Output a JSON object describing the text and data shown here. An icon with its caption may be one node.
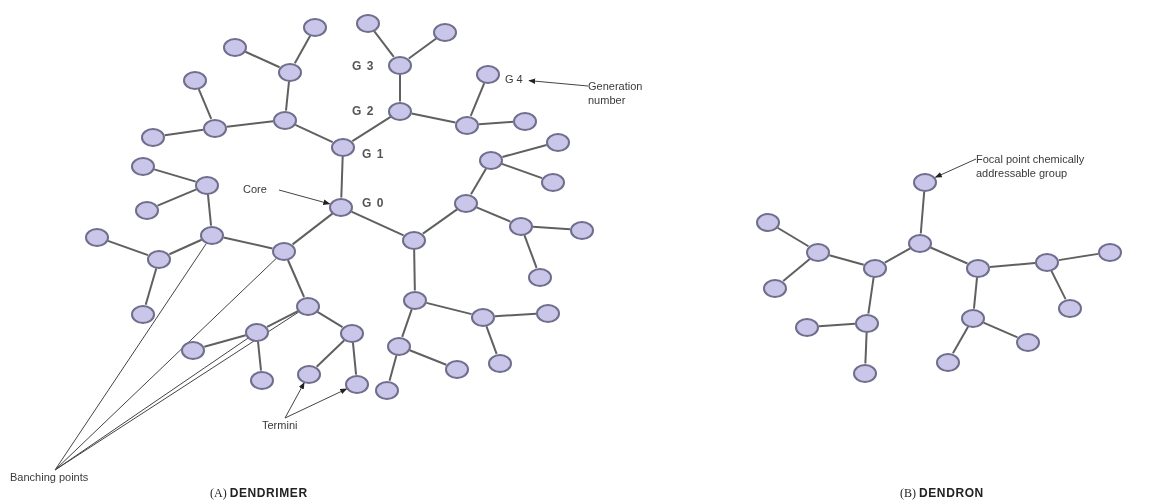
{
  "diagram": {
    "nodes": [
      {
        "text": [],
        "shape": "circle"
      },
      {
        "text": [],
        "shape": "circle"
      },
      {
        "text": [],
        "shape": "circle"
      },
      {
        "text": [],
        "shape": "circle"
      },
      {
        "text": [],
        "shape": "circle"
      },
      {
        "text": [],
        "shape": "circle"
      },
      {
        "text": [],
        "shape": "circle"
      },
      {
        "text": [],
        "shape": "circle"
      },
      {
        "text": [],
        "shape": "circle"
      },
      {
        "text": [],
        "shape": "circle"
      },
      {
        "text": [],
        "shape": "circle"
      },
      {
        "text": [],
        "shape": "circle"
      },
      {
        "text": [],
        "shape": "circle"
      },
      {
        "text": [],
        "shape": "circle"
      },
      {
        "text": [],
        "shape": "circle"
      },
      {
        "text": [],
        "shape": "circle"
      },
      {
        "text": [],
        "shape": "circle"
      },
      {
        "text": [],
        "shape": "circle"
      },
      {
        "text": [],
        "shape": "circle"
      },
      {
        "text": [],
        "shape": "circle"
      },
      {
        "text": [],
        "shape": "circle"
      },
      {
        "text": [],
        "shape": "circle"
      },
      {
        "text": [],
        "shape": "circle"
      },
      {
        "text": [],
        "shape": "circle"
      },
      {
        "text": [],
        "shape": "circle"
      },
      {
        "text": [],
        "shape": "circle"
      },
      {
        "text": [],
        "shape": "circle"
      },
      {
        "text": [],
        "shape": "circle"
      },
      {
        "text": [],
        "shape": "circle"
      },
      {
        "text": [],
        "shape": "circle"
      },
      {
        "text": [],
        "shape": "circle"
      },
      {
        "text": [],
        "shape": "circle"
      },
      {
        "text": [],
        "shape": "circle"
      },
      {
        "text": [],
        "shape": "circle"
      },
      {
        "text": [],
        "shape": "circle"
      },
      {
        "text": [],
        "shape": "circle"
      },
      {
        "text": [],
        "shape": "circle"
      },
      {
        "text": [],
        "shape": "circle"
      },
      {
        "text": [],
        "shape": "circle"
      },
      {
        "text": [],
        "shape": "circle"
      },
      {
        "text": [],
        "shape": "circle"
      },
      {
        "text": [],
        "shape": "circle"
      },
      {
        "text": [],
        "shape": "circle"
      },
      {
        "text": [],
        "shape": "circle"
      },
      {
        "text": [],
        "shape": "circle"
      },
      {
        "text": [],
        "shape": "circle"
      },
      {
        "text": [],
        "shape": "circle"
      },
      {
        "text": [],
        "shape": "circle"
      },
      {
        "text": [],
        "shape": "circle"
      },
      {
        "text": [],
        "shape": "circle"
      },
      {
        "text": [],
        "shape": "circle"
      },
      {
        "text": [],
        "shape": "circle"
      },
      {
        "text": [],
        "shape": "circle"
      },
      {
        "text": [],
        "shape": "circle"
      },
      {
        "text": [],
        "shape": "circle"
      },
      {
        "text": [],
        "shape": "circle"
      },
      {
        "text": [],
        "shape": "circle"
      },
      {
        "text": [],
        "shape": "circle"
      },
      {
        "text": [],
        "shape": "circle"
      },
      {
        "text": [],
        "shape": "circle"
      },
      {
        "text": [],
        "shape": "circle"
      },
      {
        "text": [],
        "shape": "circle"
      },
      {
        "text": [
          "Core"
        ]
      },
      {
        "text": [
          "G 4"
        ]
      },
      {
        "text": [
          "Generation number"
        ]
      },
      {
        "text": [
          "Banching points"
        ]
      },
      {
        "text": [
          "Termini"
        ]
      },
      {
        "text": [
          "Focal point chemically addressable group"
        ]
      }
    ],
    "edges": [
      {
        "from": 0,
        "to": 1,
        "arrow": "none"
      },
      {
        "from": 1,
        "to": 2,
        "arrow": "none"
      },
      {
        "from": 2,
        "to": 3,
        "arrow": "none"
      },
      {
        "from": 3,
        "to": 4,
        "arrow": "none"
      },
      {
        "from": 3,
        "to": 5,
        "arrow": "none"
      },
      {
        "from": 2,
        "to": 6,
        "arrow": "none"
      },
      {
        "from": 6,
        "to": 7,
        "arrow": "none"
      },
      {
        "from": 6,
        "to": 8,
        "arrow": "none"
      },
      {
        "from": 1,
        "to": 9,
        "arrow": "none"
      },
      {
        "from": 9,
        "to": 10,
        "arrow": "none"
      },
      {
        "from": 10,
        "to": 11,
        "arrow": "none"
      },
      {
        "from": 10,
        "to": 12,
        "arrow": "none"
      },
      {
        "from": 9,
        "to": 13,
        "arrow": "none"
      },
      {
        "from": 13,
        "to": 14,
        "arrow": "none"
      },
      {
        "from": 13,
        "to": 15,
        "arrow": "none"
      },
      {
        "from": 0,
        "to": 16,
        "arrow": "none"
      },
      {
        "from": 16,
        "to": 17,
        "arrow": "none"
      },
      {
        "from": 17,
        "to": 18,
        "arrow": "none"
      },
      {
        "from": 18,
        "to": 19,
        "arrow": "none"
      },
      {
        "from": 18,
        "to": 20,
        "arrow": "none"
      },
      {
        "from": 17,
        "to": 21,
        "arrow": "none"
      },
      {
        "from": 21,
        "to": 22,
        "arrow": "none"
      },
      {
        "from": 21,
        "to": 23,
        "arrow": "none"
      },
      {
        "from": 16,
        "to": 24,
        "arrow": "none"
      },
      {
        "from": 24,
        "to": 25,
        "arrow": "none"
      },
      {
        "from": 25,
        "to": 26,
        "arrow": "none"
      },
      {
        "from": 25,
        "to": 27,
        "arrow": "none"
      },
      {
        "from": 24,
        "to": 28,
        "arrow": "none"
      },
      {
        "from": 28,
        "to": 29,
        "arrow": "none"
      },
      {
        "from": 28,
        "to": 30,
        "arrow": "none"
      },
      {
        "from": 0,
        "to": 31,
        "arrow": "none"
      },
      {
        "from": 31,
        "to": 32,
        "arrow": "none"
      },
      {
        "from": 32,
        "to": 33,
        "arrow": "none"
      },
      {
        "from": 33,
        "to": 34,
        "arrow": "none"
      },
      {
        "from": 33,
        "to": 35,
        "arrow": "none"
      },
      {
        "from": 32,
        "to": 36,
        "arrow": "none"
      },
      {
        "from": 36,
        "to": 37,
        "arrow": "none"
      },
      {
        "from": 36,
        "to": 38,
        "arrow": "none"
      },
      {
        "from": 31,
        "to": 39,
        "arrow": "none"
      },
      {
        "from": 39,
        "to": 40,
        "arrow": "none"
      },
      {
        "from": 40,
        "to": 41,
        "arrow": "none"
      },
      {
        "from": 40,
        "to": 42,
        "arrow": "none"
      },
      {
        "from": 39,
        "to": 43,
        "arrow": "none"
      },
      {
        "from": 43,
        "to": 44,
        "arrow": "none"
      },
      {
        "from": 43,
        "to": 45,
        "arrow": "none"
      },
      {
        "from": 46,
        "to": 47,
        "arrow": "none"
      },
      {
        "from": 47,
        "to": 48,
        "arrow": "none"
      },
      {
        "from": 48,
        "to": 49,
        "arrow": "none"
      },
      {
        "from": 49,
        "to": 50,
        "arrow": "none"
      },
      {
        "from": 49,
        "to": 51,
        "arrow": "none"
      },
      {
        "from": 48,
        "to": 52,
        "arrow": "none"
      },
      {
        "from": 52,
        "to": 53,
        "arrow": "none"
      },
      {
        "from": 52,
        "to": 54,
        "arrow": "none"
      },
      {
        "from": 47,
        "to": 55,
        "arrow": "none"
      },
      {
        "from": 55,
        "to": 56,
        "arrow": "none"
      },
      {
        "from": 56,
        "to": 57,
        "arrow": "none"
      },
      {
        "from": 56,
        "to": 58,
        "arrow": "none"
      },
      {
        "from": 55,
        "to": 59,
        "arrow": "none"
      },
      {
        "from": 59,
        "to": 60,
        "arrow": "none"
      },
      {
        "from": 59,
        "to": 61,
        "arrow": "none"
      },
      {
        "from": 62,
        "to": 0,
        "arrow": "to"
      },
      {
        "from": 64,
        "to": 63,
        "arrow": "to"
      },
      {
        "from": 65,
        "to": 32,
        "arrow": "none"
      },
      {
        "from": 65,
        "to": 31,
        "arrow": "none"
      },
      {
        "from": 65,
        "to": 40,
        "arrow": "none"
      },
      {
        "from": 65,
        "to": 39,
        "arrow": "none"
      },
      {
        "from": 66,
        "to": 44,
        "arrow": "to"
      },
      {
        "from": 66,
        "to": 45,
        "arrow": "to"
      },
      {
        "from": 67,
        "to": 46,
        "arrow": "to"
      }
    ],
    "labels": [
      "G 3",
      "G 2",
      "G 1",
      "G 0",
      "(A) **DENDRIMER**",
      "(B) **DENDRON**"
    ]
  }
}
